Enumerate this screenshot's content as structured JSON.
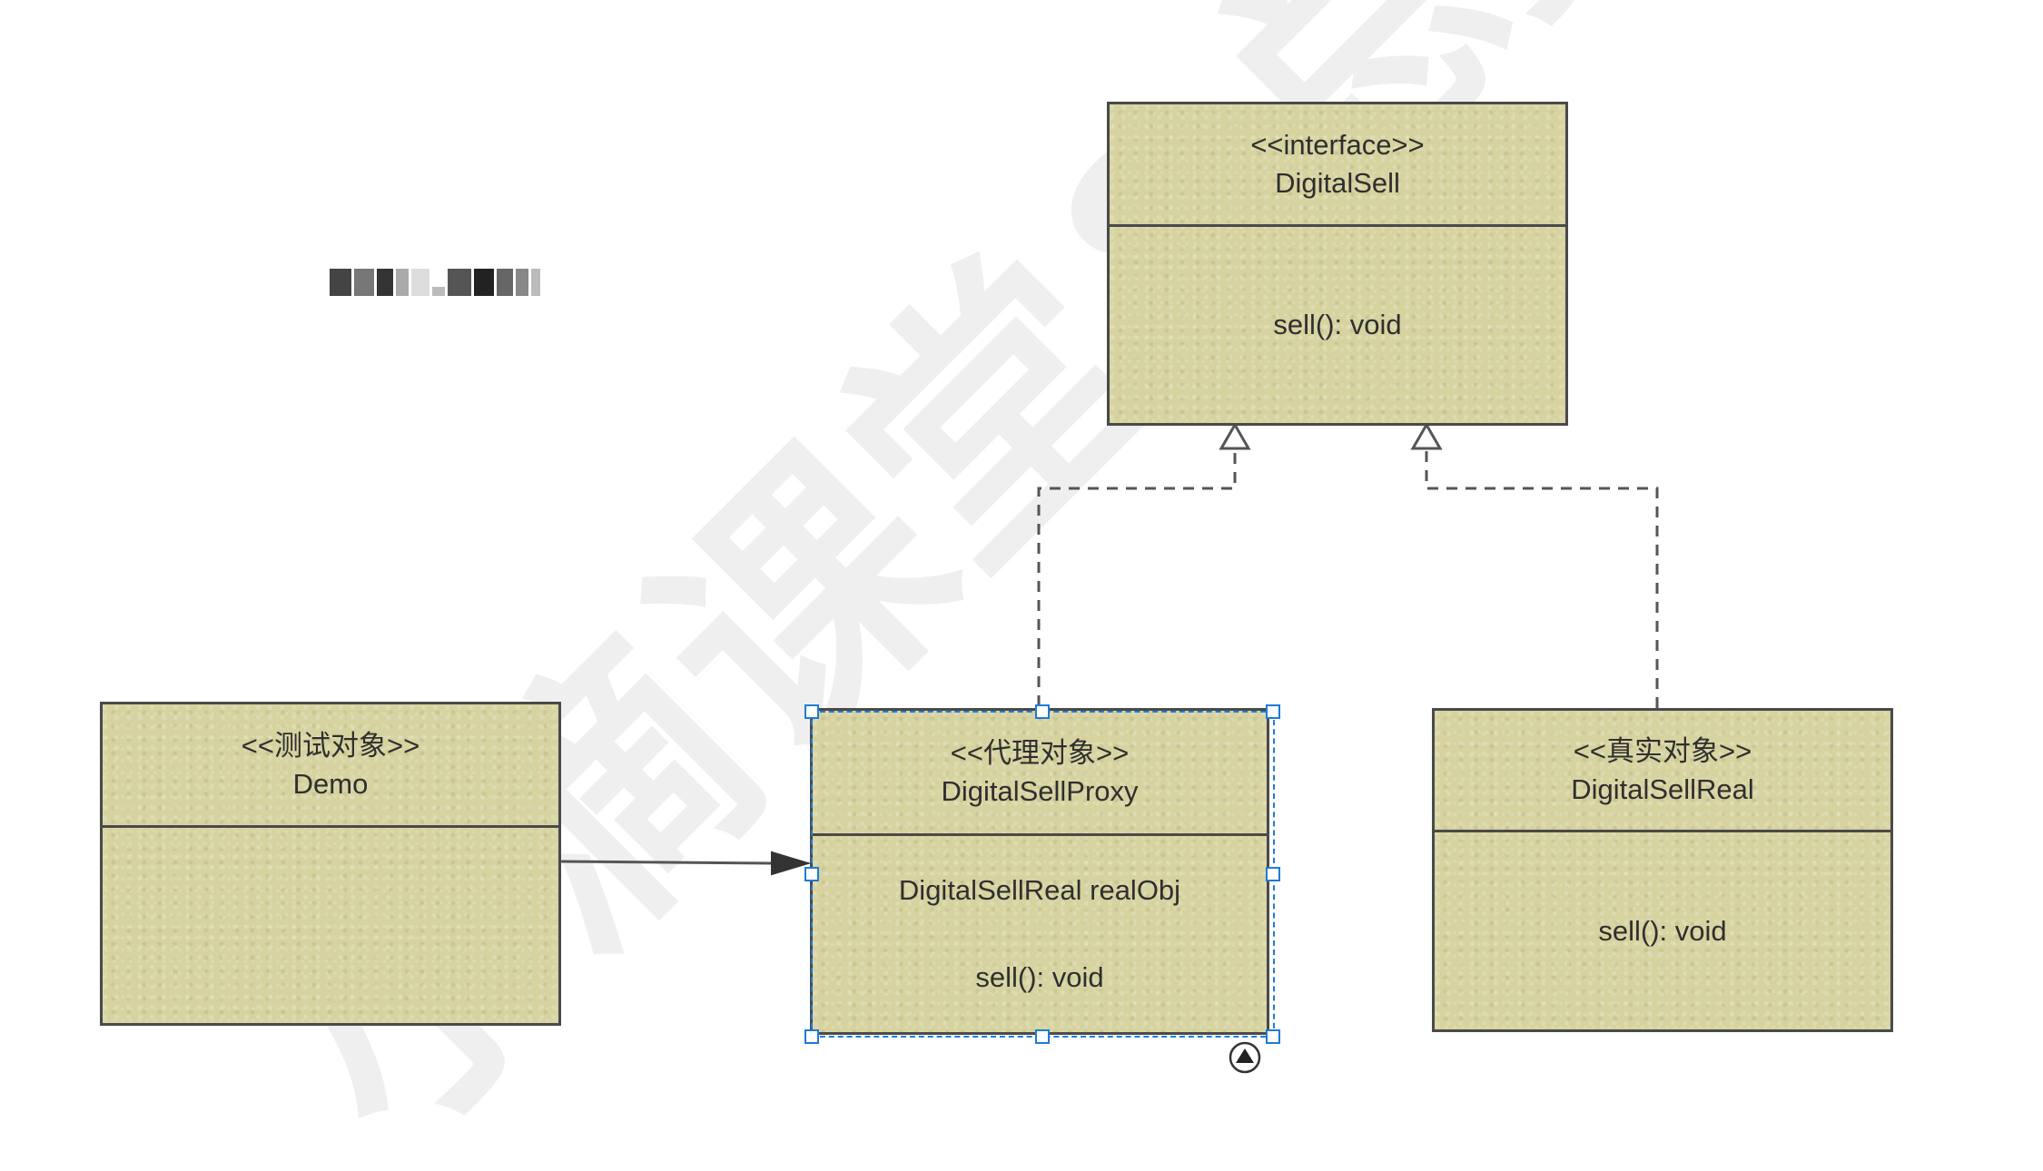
{
  "diagram": {
    "interface_class": {
      "stereotype": "<<interface>>",
      "name": "DigitalSell",
      "members": [
        "sell(): void"
      ]
    },
    "test_class": {
      "stereotype": "<<测试对象>>",
      "name": "Demo",
      "members": []
    },
    "proxy_class": {
      "stereotype": "<<代理对象>>",
      "name": "DigitalSellProxy",
      "members": [
        "DigitalSellReal realObj",
        "sell(): void"
      ]
    },
    "real_class": {
      "stereotype": "<<真实对象>>",
      "name": "DigitalSellReal",
      "members": [
        "sell(): void"
      ]
    },
    "relations": [
      {
        "from": "DigitalSellProxy",
        "to": "DigitalSell",
        "type": "realization"
      },
      {
        "from": "DigitalSellReal",
        "to": "DigitalSell",
        "type": "realization"
      },
      {
        "from": "Demo",
        "to": "DigitalSellProxy",
        "type": "association"
      }
    ],
    "selected": "DigitalSellProxy"
  },
  "watermark": "小滴课堂&总摇",
  "colors": {
    "class_fill": "#d6d3a0",
    "class_border": "#4a4a4a",
    "selection": "#1e7bd9",
    "watermark": "#efefef"
  }
}
